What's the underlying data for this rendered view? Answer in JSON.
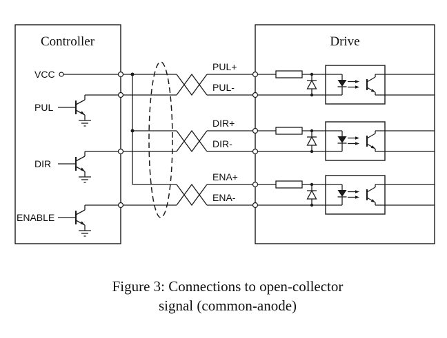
{
  "controller": {
    "title": "Controller",
    "vcc": "VCC",
    "pul": "PUL",
    "dir": "DIR",
    "enable": "ENABLE"
  },
  "drive": {
    "title": "Drive"
  },
  "wire_labels": {
    "pul_plus": "PUL+",
    "pul_minus": "PUL-",
    "dir_plus": "DIR+",
    "dir_minus": "DIR-",
    "ena_plus": "ENA+",
    "ena_minus": "ENA-"
  },
  "caption": {
    "line1": "Figure 3: Connections to open-collector",
    "line2": "signal (common-anode)"
  },
  "colors": {
    "ink": "#1b1b1b",
    "background": "#ffffff"
  }
}
